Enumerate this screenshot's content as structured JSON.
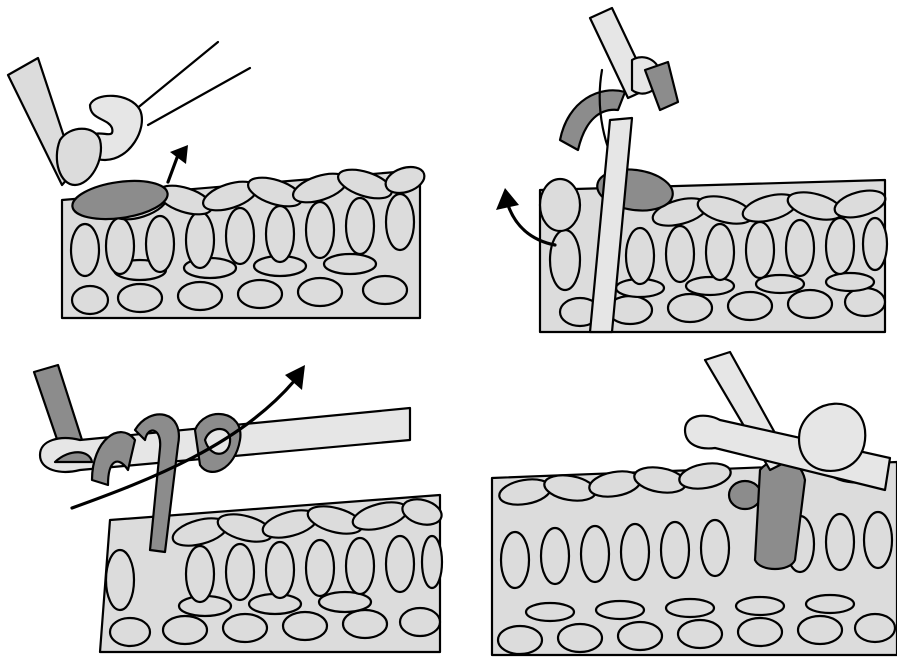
{
  "figure": {
    "panels": [
      {
        "id": "step-1",
        "position": "top-left"
      },
      {
        "id": "step-2",
        "position": "top-right"
      },
      {
        "id": "step-3",
        "position": "bottom-left"
      },
      {
        "id": "step-4",
        "position": "bottom-right"
      }
    ],
    "colors": {
      "background": "#ffffff",
      "yarn_light": "#dcdcdc",
      "yarn_dark": "#8c8c8c",
      "hook": "#e6e6e6",
      "outline": "#000000"
    }
  }
}
